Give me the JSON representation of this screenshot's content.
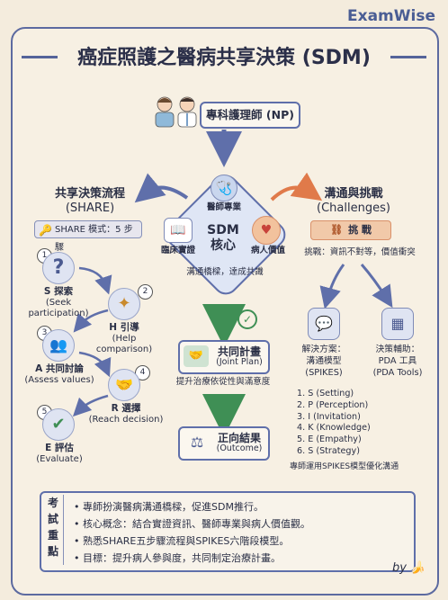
{
  "brand": "ExamWise",
  "title": "癌症照護之醫病共享決策 (SDM)",
  "np_box": "專科護理師 (NP)",
  "left_section": {
    "title": "共享決策流程",
    "subtitle": "(SHARE)",
    "pill": "SHARE 模式：5 步驟",
    "steps": [
      {
        "num": "1",
        "title": "S 探索",
        "sub": "(Seek participation)"
      },
      {
        "num": "2",
        "title": "H 引導",
        "sub": "(Help comparison)"
      },
      {
        "num": "3",
        "title": "A 共同討論",
        "sub": "(Assess values)"
      },
      {
        "num": "4",
        "title": "R 選擇",
        "sub": "(Reach decision)"
      },
      {
        "num": "5",
        "title": "E 評估",
        "sub": "(Evaluate)"
      }
    ]
  },
  "center": {
    "top_label": "醫師專業",
    "left_label": "臨床實證",
    "right_label": "病人價值",
    "core_line1": "SDM",
    "core_line2": "核心",
    "bridge": "溝通橋樑，達成共識",
    "plan_title": "共同計畫",
    "plan_sub": "(Joint Plan)",
    "plan_note": "提升治療依從性與滿意度",
    "outcome_title": "正向結果",
    "outcome_sub": "(Outcome)"
  },
  "right_section": {
    "title": "溝通與挑戰",
    "subtitle": "(Challenges)",
    "pill": "挑 戰",
    "challenge": "挑戰：資訊不對等，價值衝突",
    "solution_line1": "解決方案：",
    "solution_line2": "溝通模型",
    "solution_line3": "(SPIKES)",
    "pda_line1": "決策輔助：",
    "pda_line2": "PDA 工具",
    "pda_line3": "(PDA Tools)",
    "spikes": [
      "1. S (Setting)",
      "2. P (Perception)",
      "3. I (Invitation)",
      "4. K (Knowledge)",
      "5. E (Empathy)",
      "6. S (Strategy)"
    ],
    "spikes_note": "專師運用SPIKES模型優化溝通"
  },
  "summary": {
    "side_label": [
      "考",
      "試",
      "重",
      "點"
    ],
    "items": [
      "專師扮演醫病溝通橋樑，促進SDM推行。",
      "核心概念：結合實證資訊、醫師專業與病人價值觀。",
      "熟悉SHARE五步驟流程與SPIKES六階段模型。",
      "目標：提升病人參與度，共同制定治療計畫。"
    ]
  },
  "signature": "by",
  "colors": {
    "accent": "#5f6faa",
    "orange": "#e07a4a",
    "green": "#3f8f55",
    "paper": "#f4ecdd"
  }
}
